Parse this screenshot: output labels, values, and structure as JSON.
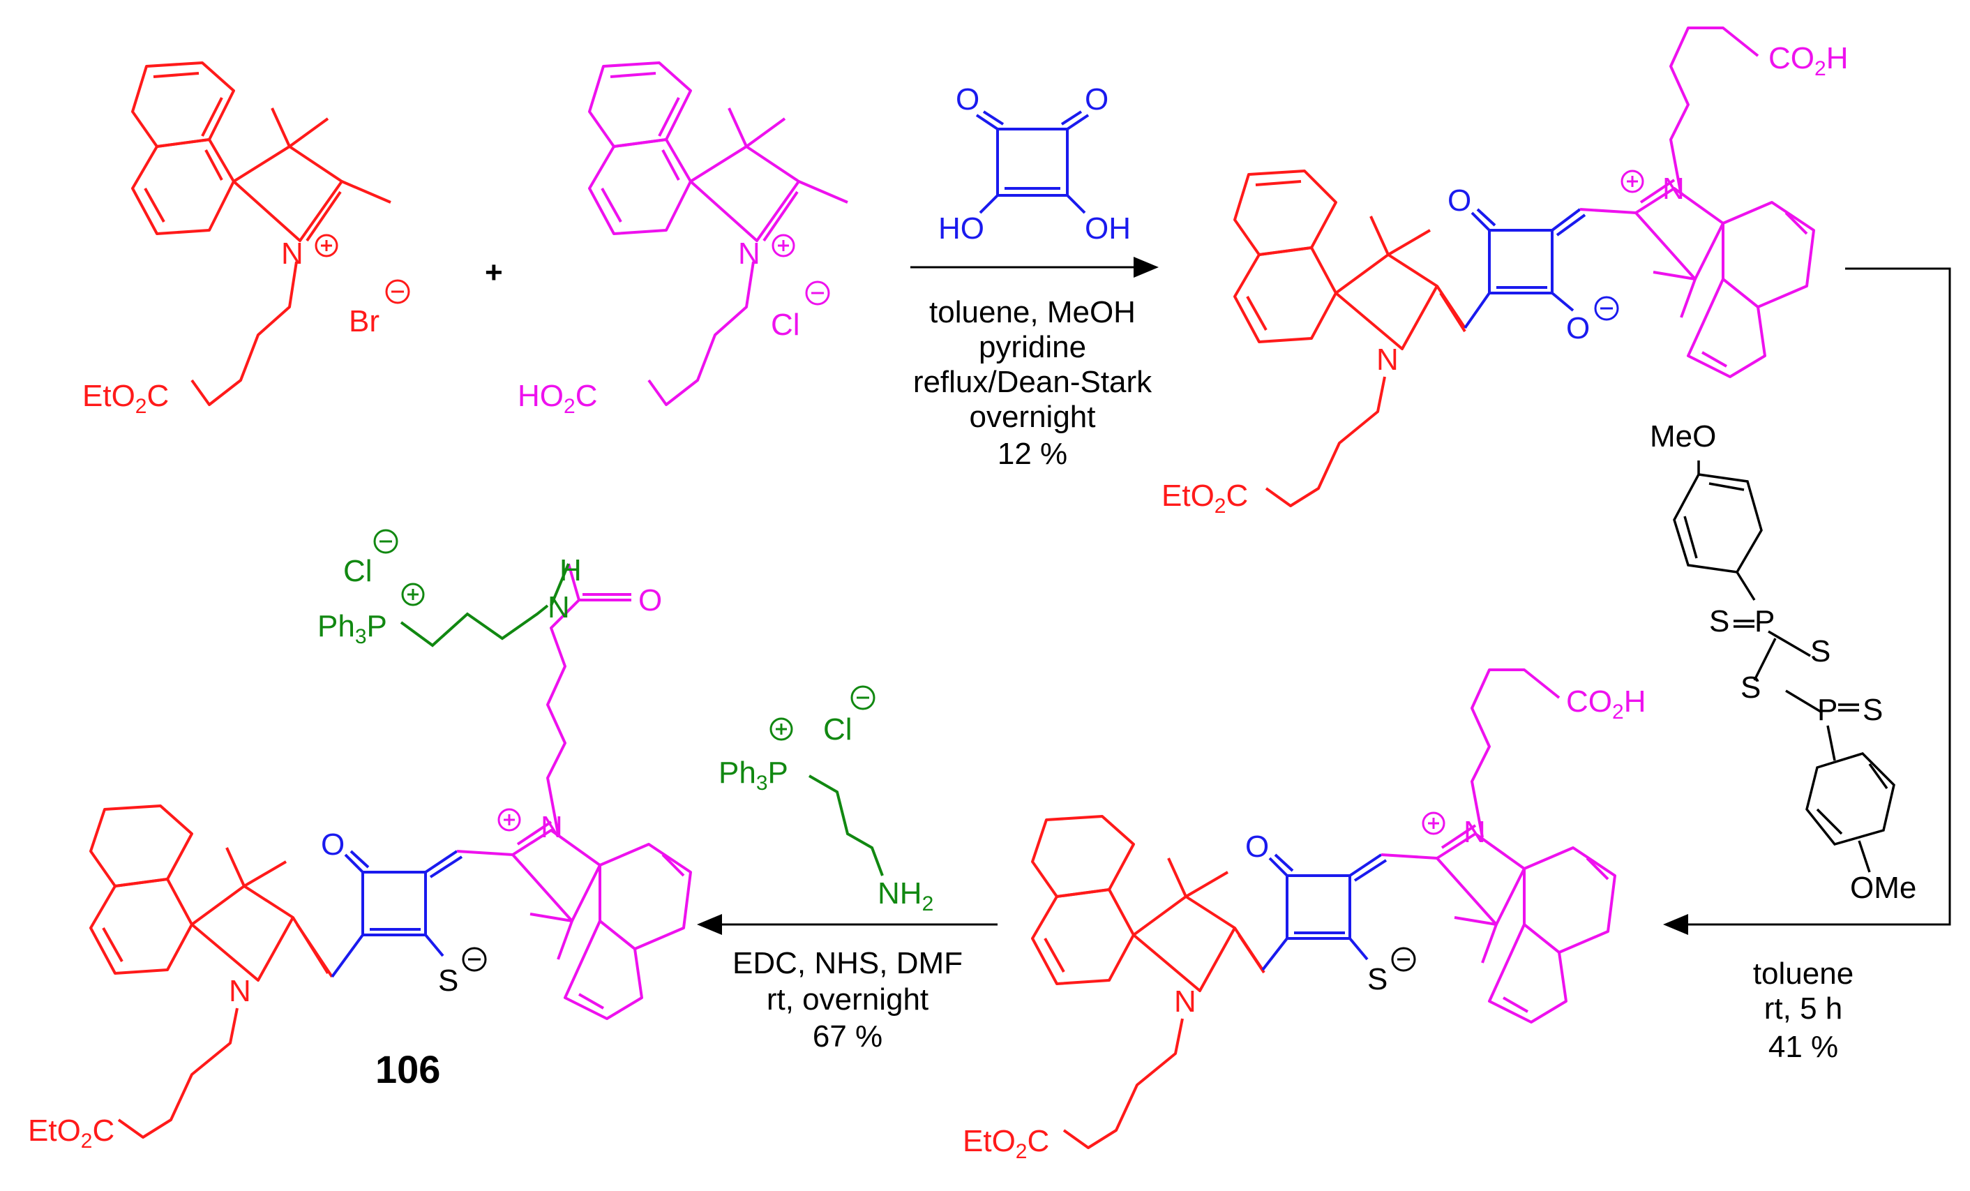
{
  "colors": {
    "red": "#ff1a1a",
    "magenta": "#ee11ee",
    "blue": "#1a1aee",
    "green": "#118811",
    "black": "#000000"
  },
  "reactant1": {
    "N": "N",
    "counter_ion": "Br",
    "ester": "EtO",
    "ester_sub": "2",
    "ester_end": "C"
  },
  "plus": "+",
  "reactant2": {
    "N": "N",
    "counter_ion": "Cl",
    "acid": "HO",
    "acid_sub": "2",
    "acid_end": "C"
  },
  "squaric_acid": {
    "O": "O",
    "OH": "HO",
    "OH2": "OH"
  },
  "step1": {
    "line1": "toluene, MeOH",
    "line2": "pyridine",
    "line3": "reflux/Dean-Stark",
    "line4": "overnight",
    "line5": "12 %"
  },
  "product1": {
    "N": "N",
    "O": "O",
    "Ominus": "O",
    "acid": "CO",
    "acid_sub": "2",
    "acid_end": "H",
    "ester": "EtO",
    "ester_sub": "2",
    "ester_end": "C"
  },
  "lawesson": {
    "MeO": "MeO",
    "OMe": "OMe",
    "S": "S",
    "P": "P"
  },
  "step2": {
    "line1": "toluene",
    "line2": "rt, 5 h",
    "line3": "41 %"
  },
  "product2": {
    "N": "N",
    "O": "O",
    "S": "S",
    "acid": "CO",
    "acid_sub": "2",
    "acid_end": "H",
    "ester": "EtO",
    "ester_sub": "2",
    "ester_end": "C"
  },
  "amine_reagent": {
    "Ph": "Ph",
    "Ph_sub": "3",
    "P": "P",
    "counter_ion": "Cl",
    "NH": "NH",
    "NH_sub": "2"
  },
  "step3": {
    "line1": "EDC, NHS, DMF",
    "line2": "rt, overnight",
    "line3": "67 %"
  },
  "product3": {
    "label": "106",
    "N": "N",
    "O": "O",
    "S": "S",
    "amideO": "O",
    "amideN": "N",
    "amideH": "H",
    "Ph": "Ph",
    "Ph_sub": "3",
    "P": "P",
    "counter_ion": "Cl",
    "ester": "EtO",
    "ester_sub": "2",
    "ester_end": "C"
  }
}
